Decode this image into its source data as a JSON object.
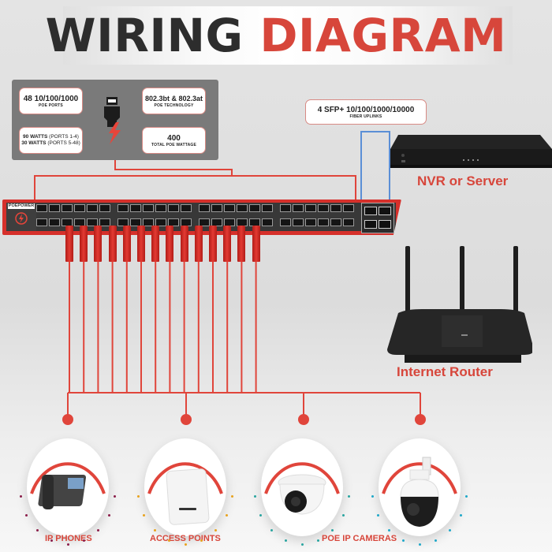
{
  "title": {
    "part1": "WIRING",
    "part2": "DIAGRAM"
  },
  "colors": {
    "accent": "#d7463b",
    "dark": "#2d2d2d",
    "fiber": "#5b8fd6",
    "panel": "#7a7a7a"
  },
  "switch_specs": {
    "ports": {
      "main": "48 10/100/1000",
      "sub": "POE PORTS"
    },
    "technology": {
      "main": "802.3bt & 802.3at",
      "sub": "POE TECHNOLOGY"
    },
    "watts": {
      "line1_bold": "90 WATTS",
      "line1_rest": " (PORTS 1-4)",
      "line2_bold": "30 WATTS",
      "line2_rest": " (PORTS 5-48)"
    },
    "total": {
      "main": "400",
      "sub": "TOTAL POE WATTAGE"
    },
    "center_icon": "ethernet-plug-lightning-icon"
  },
  "uplinks": {
    "main": "4 SFP+ 10/100/1000/10000",
    "sub": "FIBER UPLINKS"
  },
  "switch": {
    "brand": "POEPOWER",
    "power_icon": "lightning-power-icon",
    "port_count": 48,
    "sfp_count": 4,
    "connected_cables": 14
  },
  "devices": {
    "nvr": {
      "label": "NVR or Server",
      "icon": "nvr-icon"
    },
    "router": {
      "label": "Internet Router",
      "icon": "router-icon"
    }
  },
  "endpoints": [
    {
      "label": "IP PHONES",
      "icon": "ip-phone-icon",
      "dot_color": "#8b1e4a"
    },
    {
      "label": "ACCESS POINTS",
      "icon": "access-point-icon",
      "dot_color": "#e8a21d"
    },
    {
      "label": "POE IP CAMERAS",
      "icon": "dome-camera-icon",
      "dot_color": "#2aa5a0"
    },
    {
      "label": "",
      "icon": "ptz-camera-icon",
      "dot_color": "#1fa8c9"
    }
  ]
}
